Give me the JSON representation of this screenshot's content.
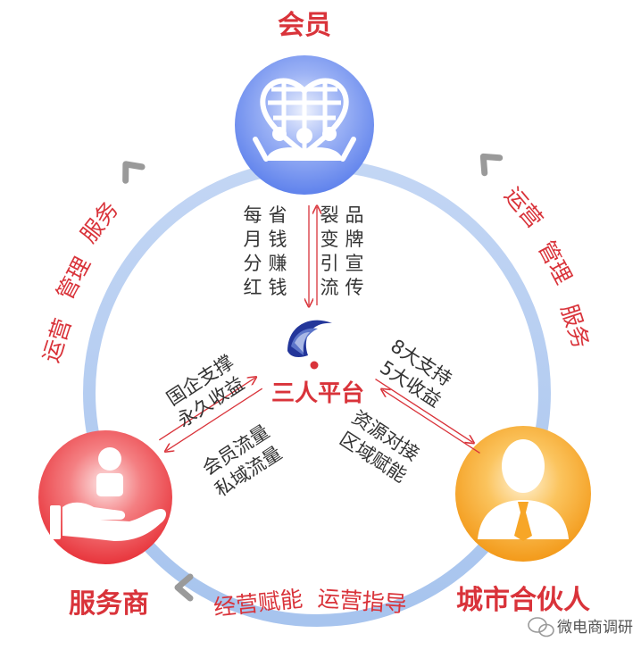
{
  "nodes": {
    "member": {
      "label": "会员"
    },
    "provider": {
      "label": "服务商"
    },
    "partner": {
      "label": "城市合伙人"
    }
  },
  "center": {
    "logo_text": "三人平台"
  },
  "outer_labels": {
    "left_arc": [
      "运营",
      "管理",
      "服务"
    ],
    "right_arc": [
      "运营",
      "管理",
      "服务"
    ],
    "bottom_arc": [
      "经营赋能",
      "运营指导"
    ]
  },
  "flows": {
    "member_left": [
      "每月分红",
      "省钱赚钱"
    ],
    "member_right": [
      "品牌宣传",
      "裂变引流"
    ],
    "provider_top": [
      "国企支撑",
      "永久收益"
    ],
    "provider_bottom": [
      "会员流量",
      "私域流量"
    ],
    "partner_top": [
      "8大支持",
      "5大收益"
    ],
    "partner_bottom": [
      "资源对接",
      "区域赋能"
    ]
  },
  "watermark": {
    "text": "微电商调研"
  },
  "colors": {
    "accent_red": "#d9333a",
    "ring_blue": "#a9c6ec",
    "member_blue": "#6d8ef0",
    "provider_red": "#ec4a4f",
    "partner_orange": "#f7a627",
    "arrow_gray": "#9a9a9a",
    "text_dark": "#333333"
  }
}
